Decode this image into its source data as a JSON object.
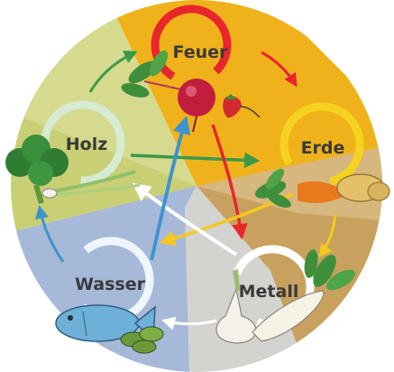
{
  "elements": {
    "feuer": {
      "label": "Feuer",
      "color": "#e8262b",
      "sector_color": "#f0b21a",
      "foods": [
        "beet-icon",
        "radish-leaves-icon",
        "strawberry-icon"
      ]
    },
    "erde": {
      "label": "Erde",
      "color": "#f5d21f",
      "sector_color": "#c9a15e",
      "foods": [
        "carrot-icon",
        "potato-icon"
      ]
    },
    "metall": {
      "label": "Metall",
      "color": "#ffffff",
      "sector_color": "#d3d3cf",
      "foods": [
        "garlic-icon",
        "radish-icon"
      ]
    },
    "wasser": {
      "label": "Wasser",
      "color": "#c3e0f0",
      "sector_color": "#a7b9d8",
      "foods": [
        "fish-icon",
        "beans-icon"
      ]
    },
    "holz": {
      "label": "Holz",
      "color": "#3a9a4a",
      "sector_color": "#c9cf74",
      "foods": [
        "broccoli-icon",
        "spring-onion-icon"
      ]
    }
  },
  "cycle_arrows": [
    {
      "from": "holz",
      "to": "feuer"
    },
    {
      "from": "feuer",
      "to": "erde"
    },
    {
      "from": "erde",
      "to": "metall"
    },
    {
      "from": "metall",
      "to": "wasser"
    },
    {
      "from": "wasser",
      "to": "holz"
    }
  ],
  "control_arrows": [
    {
      "from": "holz",
      "to": "erde"
    },
    {
      "from": "feuer",
      "to": "metall"
    },
    {
      "from": "erde",
      "to": "wasser"
    },
    {
      "from": "metall",
      "to": "holz"
    },
    {
      "from": "wasser",
      "to": "feuer"
    }
  ]
}
